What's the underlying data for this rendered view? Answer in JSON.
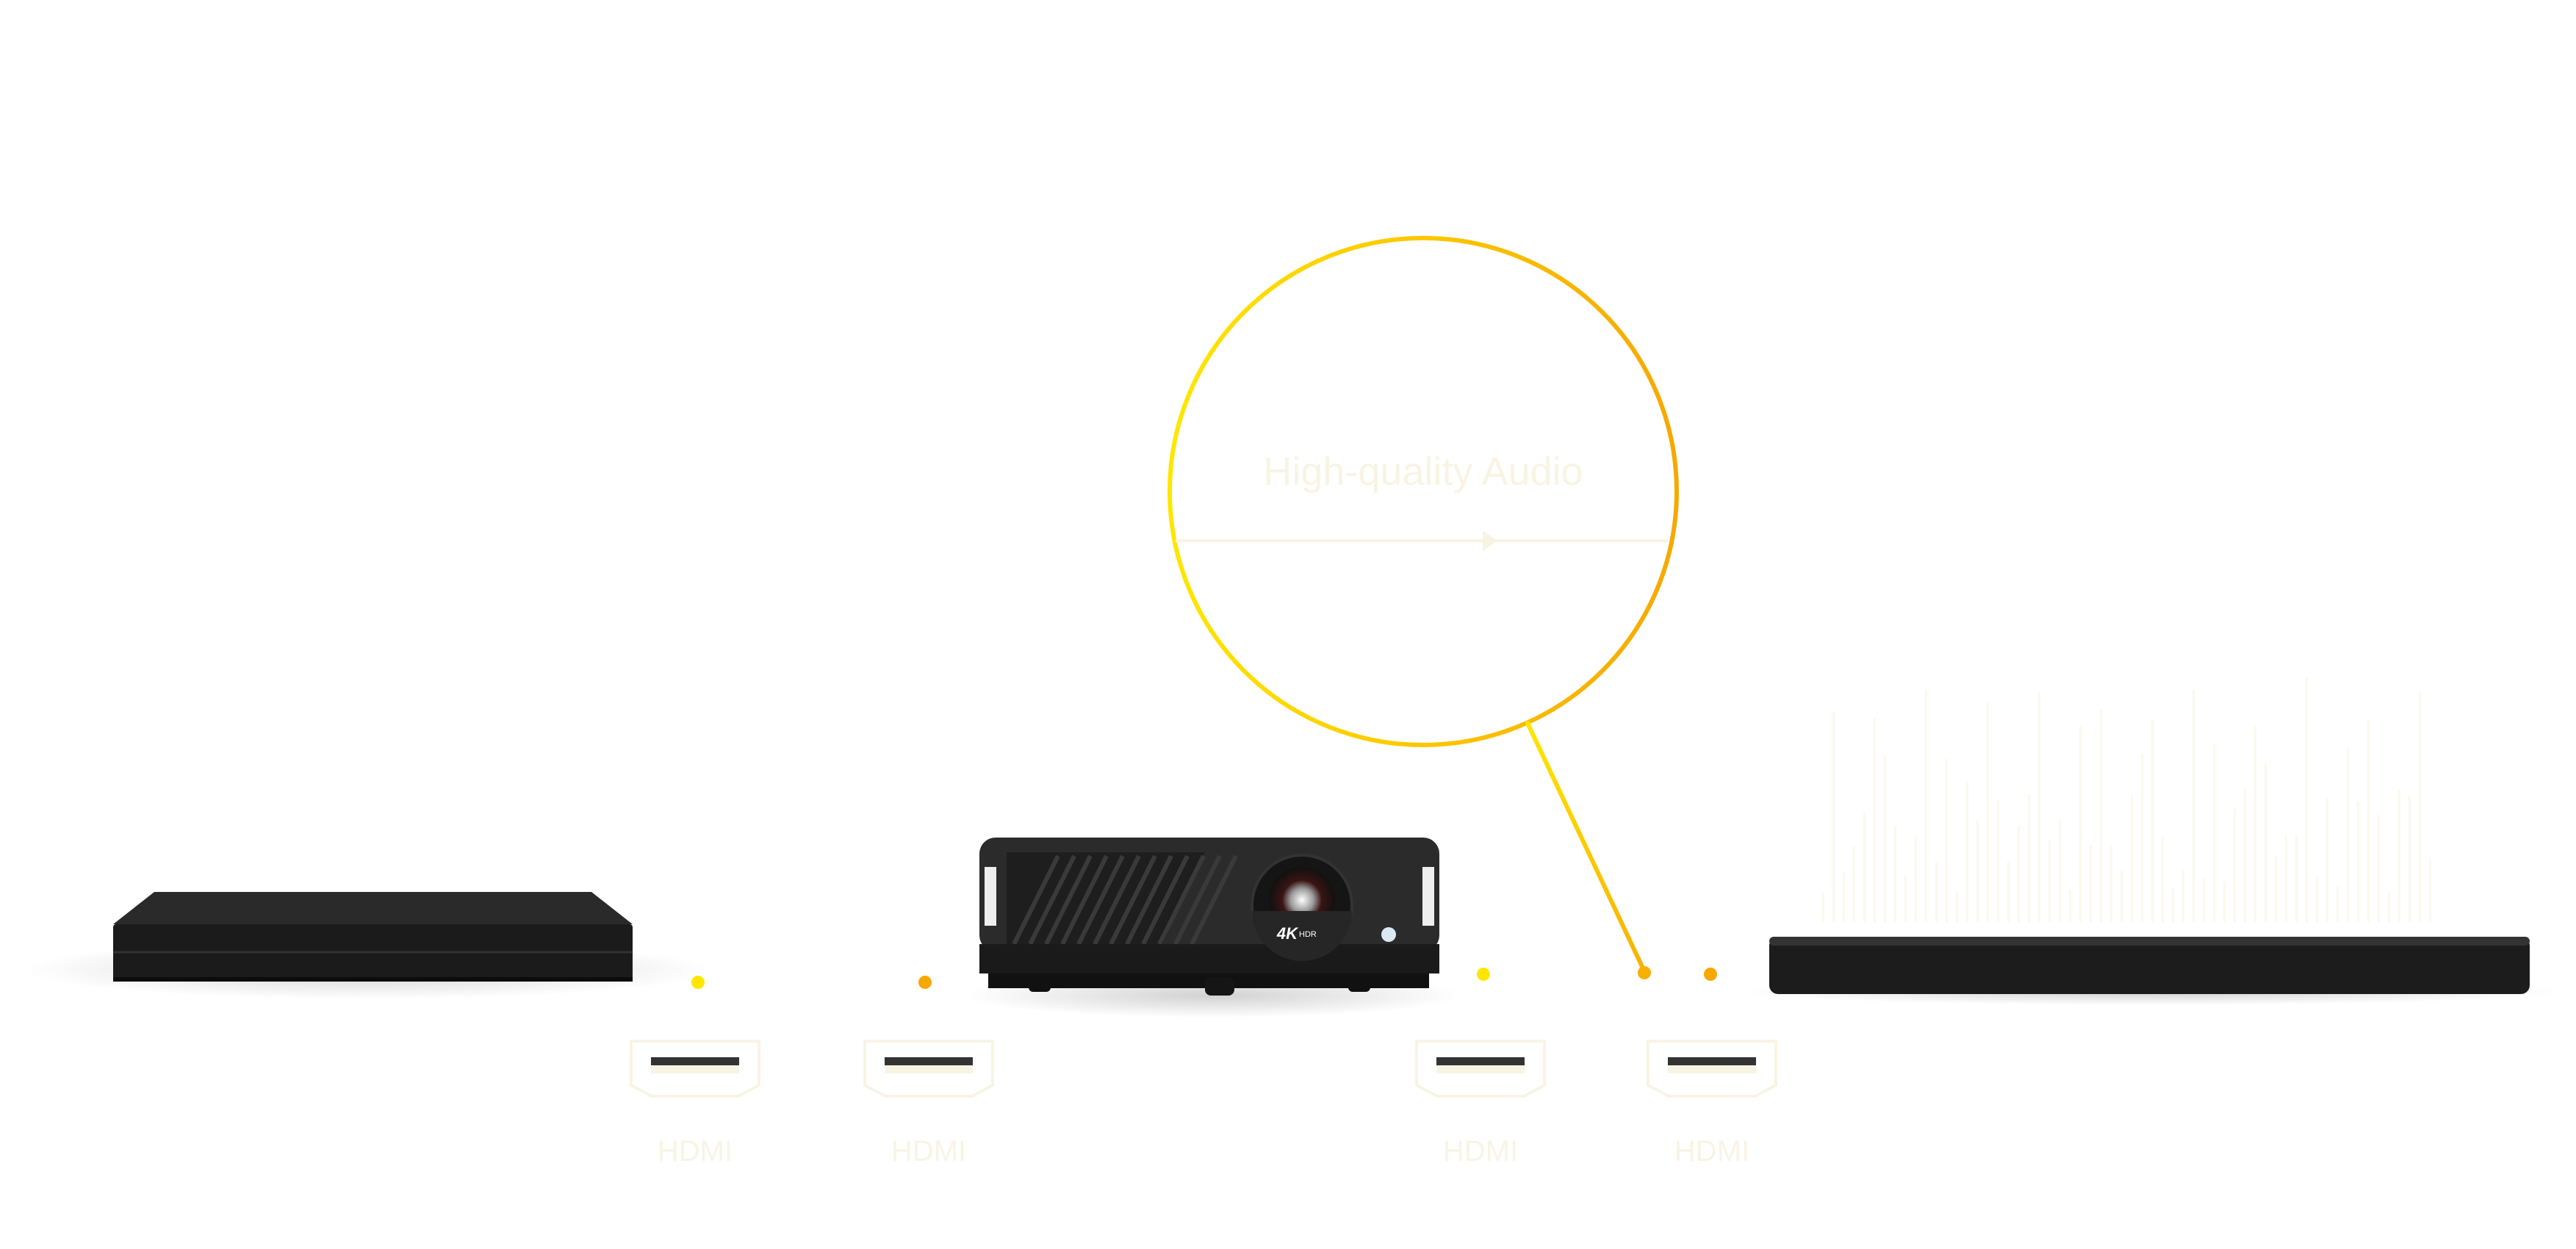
{
  "diagram": {
    "callout_title": "High-quality Audio",
    "projector_badge": "4K",
    "projector_badge_sub": "HDR",
    "ports": [
      {
        "label": "HDMI"
      },
      {
        "label": "HDMI"
      },
      {
        "label": "HDMI"
      },
      {
        "label": "HDMI"
      }
    ],
    "colors": {
      "yellow": "#ffe600",
      "orange": "#f7a800",
      "label": "#f8f4e4",
      "device": "#1c1c1c"
    }
  }
}
